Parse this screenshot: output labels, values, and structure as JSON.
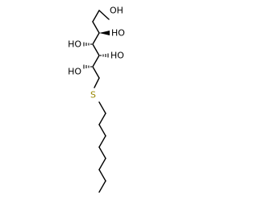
{
  "molecule": {
    "labels": {
      "o1": "OH",
      "o2": "HO",
      "o3": "HO",
      "o4": "HO",
      "o5": "HO",
      "s": "S"
    },
    "colors": {
      "bond": "#000000",
      "oxygen_label": "#000000",
      "sulfur_label": "#9a8700",
      "background": "#ffffff"
    }
  }
}
